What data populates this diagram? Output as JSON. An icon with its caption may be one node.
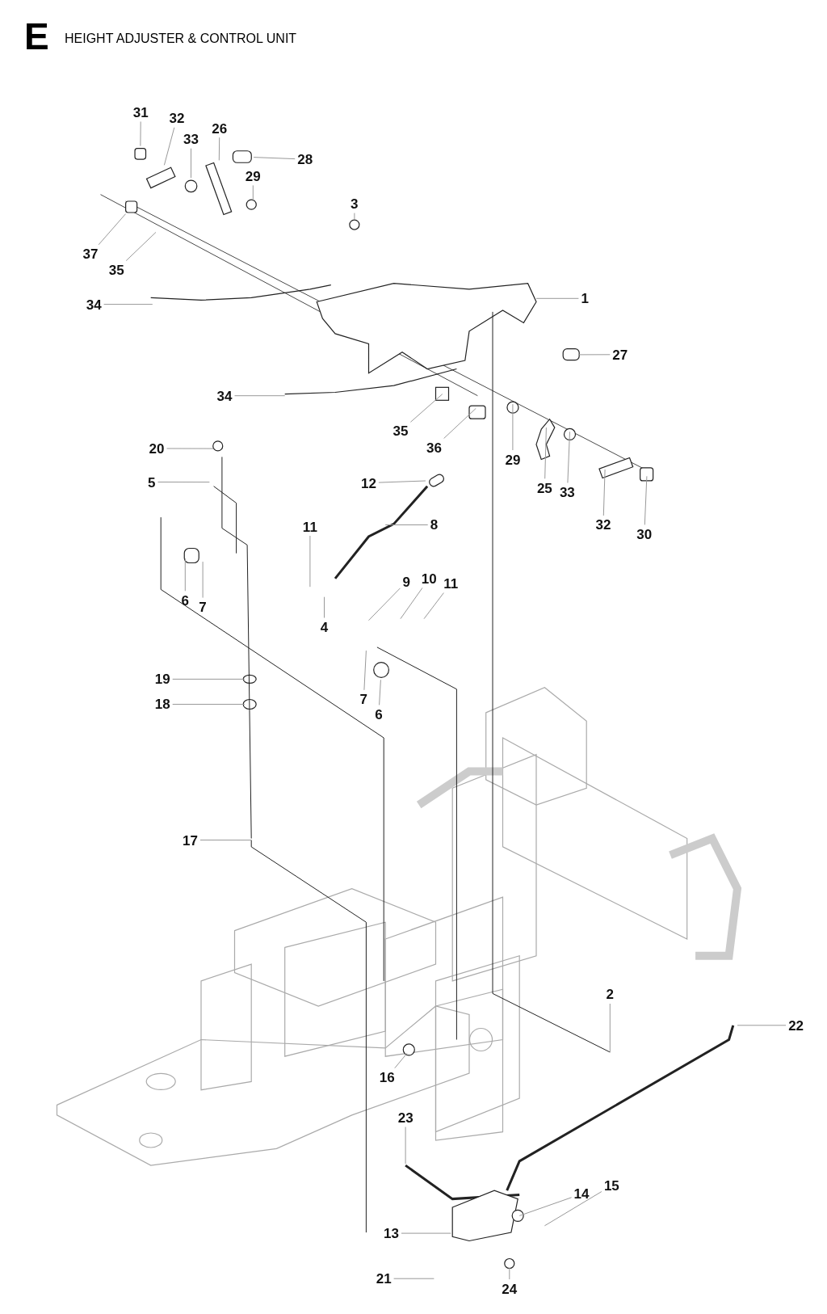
{
  "diagram": {
    "title": "HEIGHT ADJUSTER & CONTROL UNIT",
    "labels": [
      "E"
    ],
    "nodes": [
      {
        "text": [
          "31"
        ]
      },
      {
        "text": [
          "32"
        ]
      },
      {
        "text": [
          "26"
        ]
      },
      {
        "text": [
          "33"
        ]
      },
      {
        "text": [
          "28"
        ]
      },
      {
        "text": [
          "29"
        ]
      },
      {
        "text": [
          "3"
        ]
      },
      {
        "text": [
          "37"
        ]
      },
      {
        "text": [
          "35"
        ]
      },
      {
        "text": [
          "34"
        ]
      },
      {
        "text": [
          "1"
        ]
      },
      {
        "text": [
          "27"
        ]
      },
      {
        "text": [
          "34"
        ]
      },
      {
        "text": [
          "35"
        ]
      },
      {
        "text": [
          "36"
        ]
      },
      {
        "text": [
          "29"
        ]
      },
      {
        "text": [
          "25"
        ]
      },
      {
        "text": [
          "33"
        ]
      },
      {
        "text": [
          "20"
        ]
      },
      {
        "text": [
          "5"
        ]
      },
      {
        "text": [
          "12"
        ]
      },
      {
        "text": [
          "32"
        ]
      },
      {
        "text": [
          "30"
        ]
      },
      {
        "text": [
          "8"
        ]
      },
      {
        "text": [
          "11"
        ]
      },
      {
        "text": [
          "9"
        ]
      },
      {
        "text": [
          "10"
        ]
      },
      {
        "text": [
          "11"
        ]
      },
      {
        "text": [
          "6"
        ]
      },
      {
        "text": [
          "7"
        ]
      },
      {
        "text": [
          "4"
        ]
      },
      {
        "text": [
          "19"
        ]
      },
      {
        "text": [
          "18"
        ]
      },
      {
        "text": [
          "7"
        ]
      },
      {
        "text": [
          "6"
        ]
      },
      {
        "text": [
          "17"
        ]
      },
      {
        "text": [
          "2"
        ]
      },
      {
        "text": [
          "22"
        ]
      },
      {
        "text": [
          "16"
        ]
      },
      {
        "text": [
          "23"
        ]
      },
      {
        "text": [
          "15"
        ]
      },
      {
        "text": [
          "14"
        ]
      },
      {
        "text": [
          "13"
        ]
      },
      {
        "text": [
          "21"
        ]
      },
      {
        "text": [
          "24"
        ]
      },
      {
        "text": [],
        "shape": "bar"
      },
      {
        "text": [],
        "shape": "bar"
      },
      {
        "text": [],
        "shape": "cylinder"
      },
      {
        "text": [],
        "shape": "cylinder"
      },
      {
        "text": [],
        "shape": "circle"
      },
      {
        "text": [],
        "shape": "box"
      },
      {
        "text": [],
        "shape": "circle"
      }
    ],
    "edges": [
      {
        "from": 0,
        "to": 50,
        "arrow": "none"
      },
      {
        "from": 1,
        "to": 45,
        "arrow": "none"
      },
      {
        "from": 2,
        "to": 46,
        "arrow": "none"
      },
      {
        "from": 3,
        "to": 51,
        "arrow": "none"
      },
      {
        "from": 4,
        "to": 47,
        "arrow": "none"
      },
      {
        "from": 5,
        "to": null,
        "arrow": "none"
      },
      {
        "from": 6,
        "to": null,
        "arrow": "none"
      },
      {
        "from": 7,
        "to": null,
        "arrow": "none"
      },
      {
        "from": 8,
        "to": null,
        "arrow": "none"
      },
      {
        "from": 9,
        "to": null,
        "arrow": "none"
      },
      {
        "from": 10,
        "to": null,
        "arrow": "none"
      },
      {
        "from": 11,
        "to": null,
        "arrow": "none"
      },
      {
        "from": 12,
        "to": null,
        "arrow": "none"
      },
      {
        "from": 13,
        "to": null,
        "arrow": "none"
      },
      {
        "from": 14,
        "to": null,
        "arrow": "none"
      },
      {
        "from": 15,
        "to": null,
        "arrow": "none"
      },
      {
        "from": 16,
        "to": null,
        "arrow": "none"
      },
      {
        "from": 17,
        "to": null,
        "arrow": "none"
      },
      {
        "from": 18,
        "to": null,
        "arrow": "none"
      },
      {
        "from": 19,
        "to": null,
        "arrow": "none"
      },
      {
        "from": 20,
        "to": 48,
        "arrow": "none"
      },
      {
        "from": 21,
        "to": null,
        "arrow": "none"
      },
      {
        "from": 22,
        "to": null,
        "arrow": "none"
      },
      {
        "from": 23,
        "to": null,
        "arrow": "none"
      },
      {
        "from": 24,
        "to": null,
        "arrow": "none"
      },
      {
        "from": 25,
        "to": null,
        "arrow": "none"
      },
      {
        "from": 26,
        "to": null,
        "arrow": "none"
      },
      {
        "from": 27,
        "to": null,
        "arrow": "none"
      },
      {
        "from": 28,
        "to": null,
        "arrow": "none"
      },
      {
        "from": 29,
        "to": null,
        "arrow": "none"
      },
      {
        "from": 30,
        "to": null,
        "arrow": "none"
      },
      {
        "from": 31,
        "to": null,
        "arrow": "none"
      },
      {
        "from": 32,
        "to": null,
        "arrow": "none"
      },
      {
        "from": 33,
        "to": null,
        "arrow": "none"
      },
      {
        "from": 34,
        "to": 49,
        "arrow": "none"
      },
      {
        "from": 35,
        "to": null,
        "arrow": "none"
      },
      {
        "from": 36,
        "to": null,
        "arrow": "none"
      },
      {
        "from": 37,
        "to": null,
        "arrow": "none"
      },
      {
        "from": 38,
        "to": null,
        "arrow": "none"
      },
      {
        "from": 39,
        "to": null,
        "arrow": "none"
      },
      {
        "from": 40,
        "to": null,
        "arrow": "none"
      },
      {
        "from": 41,
        "to": null,
        "arrow": "none"
      },
      {
        "from": 42,
        "to": null,
        "arrow": "none"
      },
      {
        "from": 43,
        "to": null,
        "arrow": "none"
      },
      {
        "from": 44,
        "to": null,
        "arrow": "none"
      }
    ]
  }
}
